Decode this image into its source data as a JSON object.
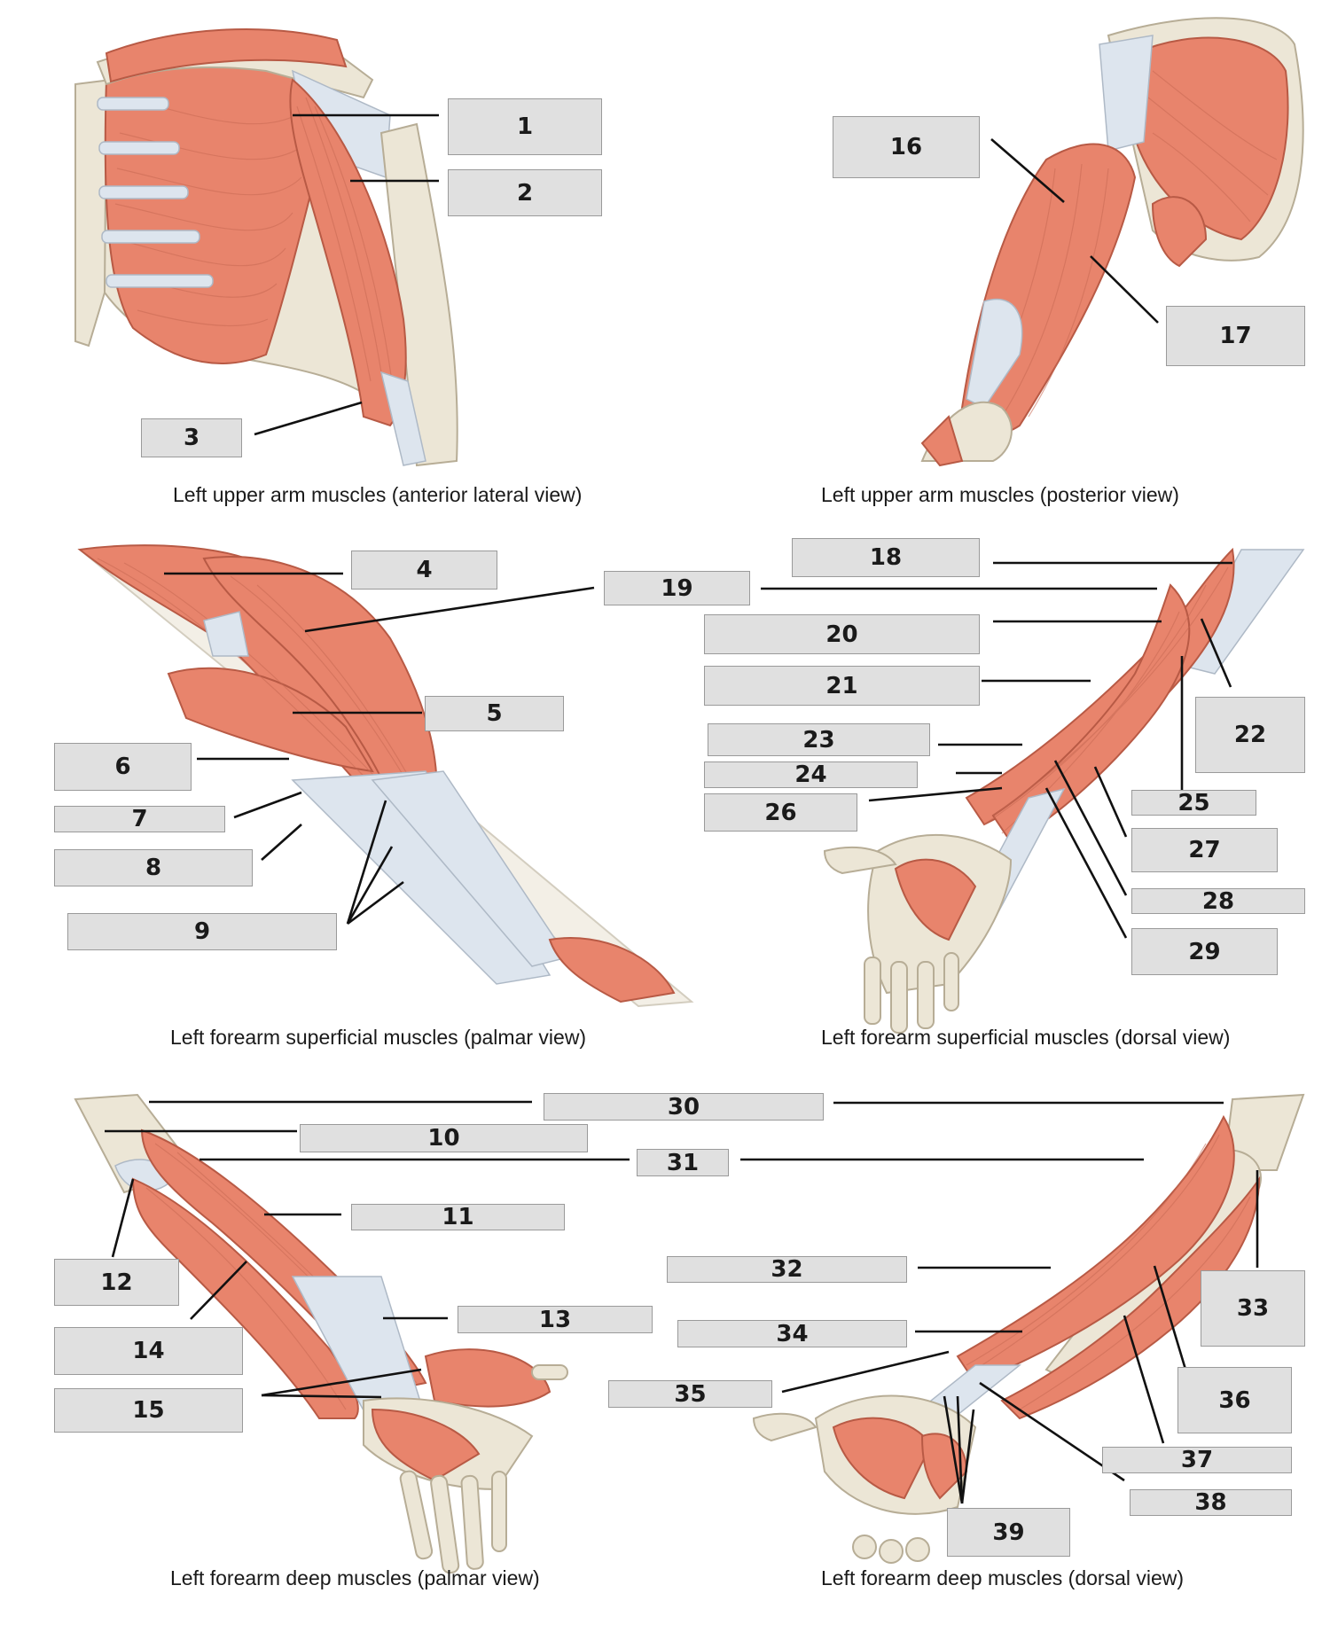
{
  "colors": {
    "muscle": "#e8846c",
    "tendon": "#dde5ee",
    "bone": "#ece6d6",
    "label_box": "#e0e0e0",
    "leader": "#111111"
  },
  "panels": [
    {
      "caption": "Left upper arm muscles (anterior lateral view)"
    },
    {
      "caption": "Left upper arm muscles (posterior view)"
    },
    {
      "caption": "Left forearm superficial muscles (palmar view)"
    },
    {
      "caption": "Left forearm superficial muscles (dorsal view)"
    },
    {
      "caption": "Left forearm deep muscles (palmar view)"
    },
    {
      "caption": "Left forearm deep muscles (dorsal view)"
    }
  ],
  "labels": [
    "1",
    "2",
    "3",
    "4",
    "5",
    "6",
    "7",
    "8",
    "9",
    "10",
    "11",
    "12",
    "13",
    "14",
    "15",
    "16",
    "17",
    "18",
    "19",
    "20",
    "21",
    "22",
    "23",
    "24",
    "25",
    "26",
    "27",
    "28",
    "29",
    "30",
    "31",
    "32",
    "33",
    "34",
    "35",
    "36",
    "37",
    "38",
    "39"
  ]
}
